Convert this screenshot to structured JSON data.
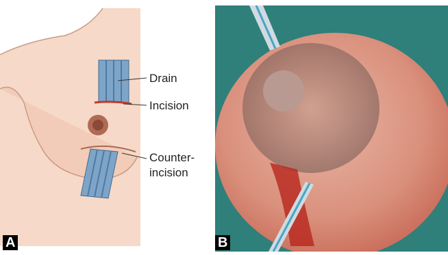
{
  "panels": [
    {
      "letter": "A",
      "labels": {
        "drain": "Drain",
        "incision": "Incision",
        "counter_incision_line1": "Counter-",
        "counter_incision_line2": "incision"
      }
    },
    {
      "letter": "B"
    }
  ],
  "colors": {
    "skin": "#f6d9c8",
    "skin_shadow": "#e8b8a0",
    "drain_tube": "#7ea5c8",
    "drain_stripe": "#4d7aa3",
    "incision": "#c0392b",
    "areola": "#9b5a46",
    "photo_drape": "#2f7f7a",
    "photo_skin": "#d98e7a",
    "photo_blood": "#b8261d"
  }
}
